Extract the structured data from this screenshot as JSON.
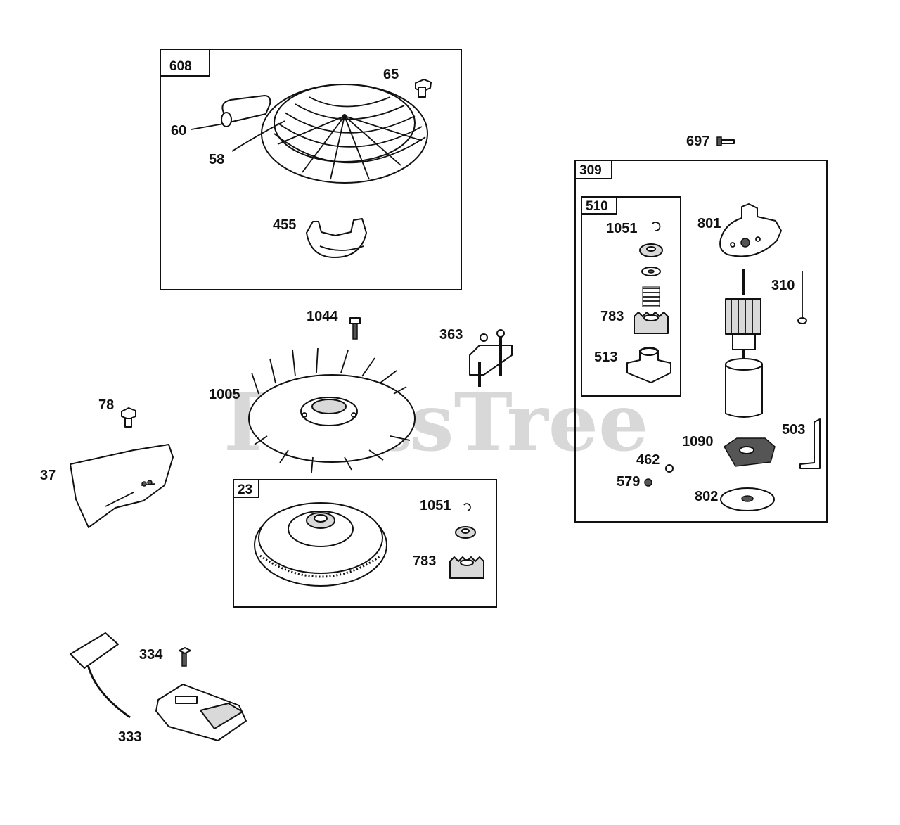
{
  "watermark": "PartsTree",
  "boxes": {
    "b608": "608",
    "b309": "309",
    "b510": "510",
    "b23": "23"
  },
  "callouts": {
    "c65": "65",
    "c60": "60",
    "c58": "58",
    "c455": "455",
    "c697": "697",
    "c801": "801",
    "c1051a": "1051",
    "c310": "310",
    "c783a": "783",
    "c513": "513",
    "c1044": "1044",
    "c363": "363",
    "c1005": "1005",
    "c78": "78",
    "c37": "37",
    "c503": "503",
    "c1090": "1090",
    "c462": "462",
    "c579": "579",
    "c802": "802",
    "c1051b": "1051",
    "c783b": "783",
    "c334": "334",
    "c333": "333"
  }
}
